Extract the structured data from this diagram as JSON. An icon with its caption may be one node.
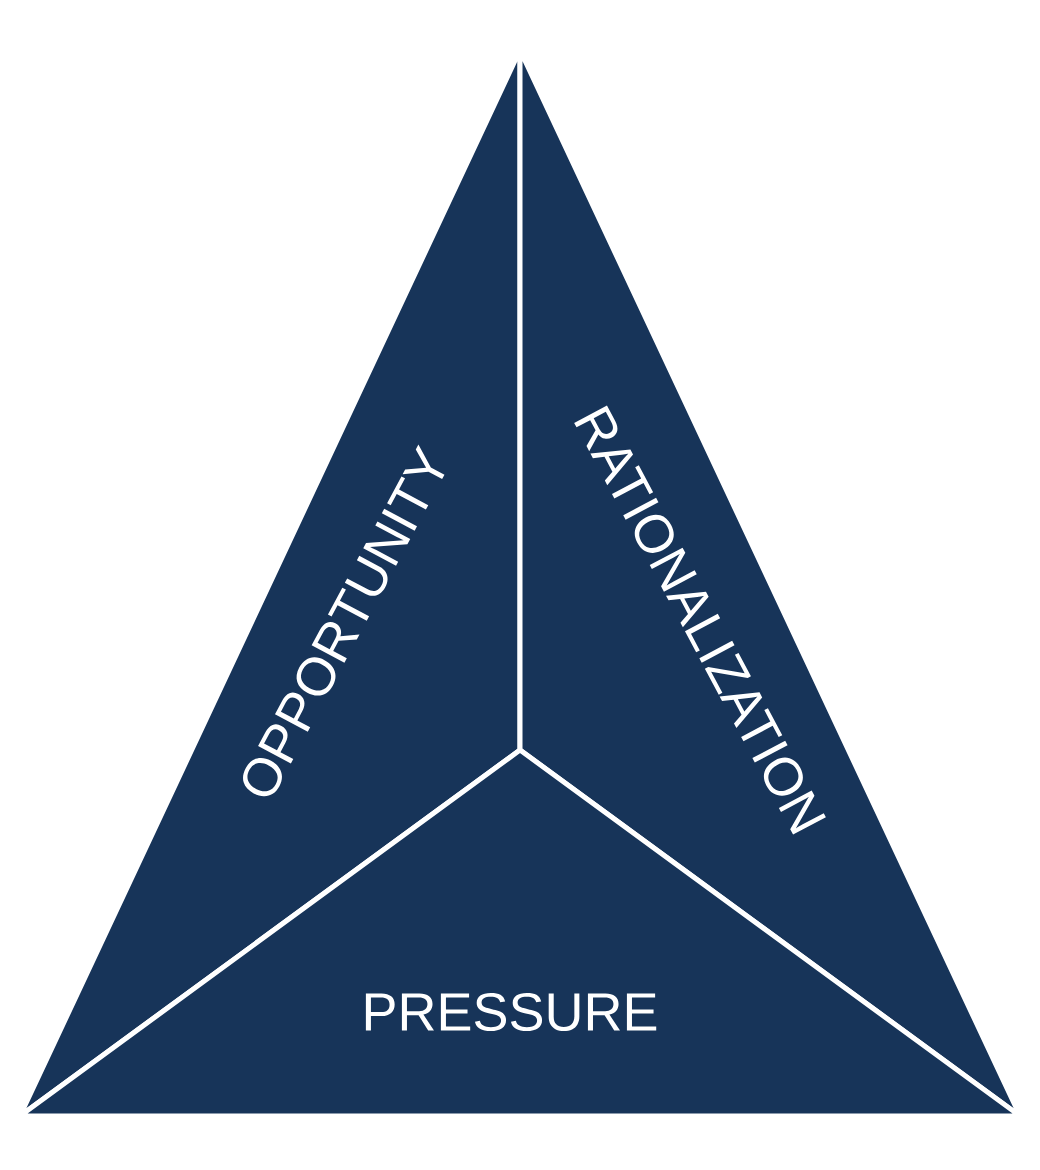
{
  "diagram": {
    "nodes": [
      {
        "text": [
          "OPPORTUNITY"
        ]
      },
      {
        "text": [
          "RATIONALIZATION"
        ]
      },
      {
        "text": [
          "PRESSURE"
        ]
      }
    ]
  }
}
